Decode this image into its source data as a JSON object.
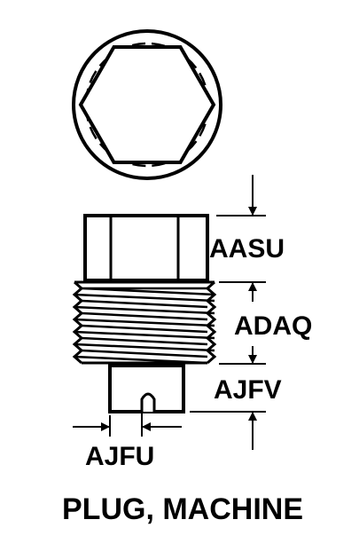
{
  "dimensions": {
    "aasu": "AASU",
    "adaq": "ADAQ",
    "ajfv": "AJFV",
    "ajfu": "AJFU"
  },
  "caption": "PLUG, MACHINE",
  "colors": {
    "ink": "#000000",
    "paper": "#ffffff"
  }
}
